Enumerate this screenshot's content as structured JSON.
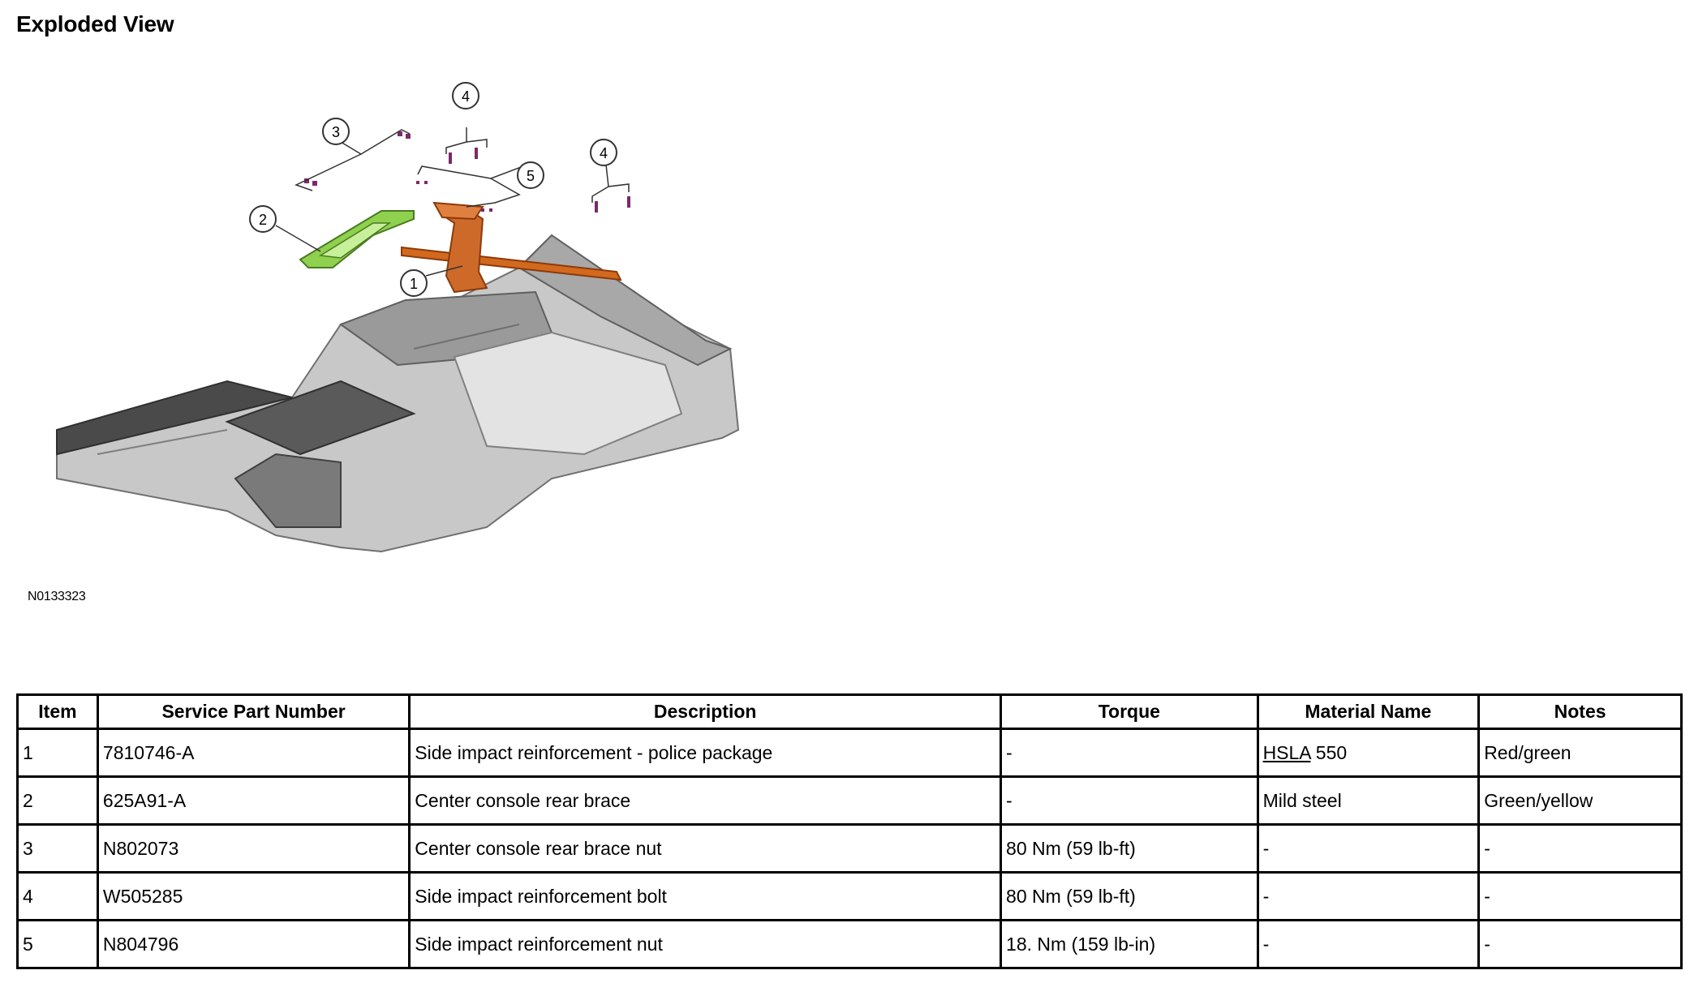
{
  "page": {
    "title": "Exploded View",
    "figure_id": "N0133323",
    "callouts": [
      "1",
      "2",
      "3",
      "4",
      "4",
      "5"
    ]
  },
  "table": {
    "headers": [
      "Item",
      "Service Part Number",
      "Description",
      "Torque",
      "Material Name",
      "Notes"
    ],
    "rows": [
      {
        "item": "1",
        "part": "7810746-A",
        "desc": "Side impact reinforcement - police package",
        "torque": "-",
        "material_link": "HSLA",
        "material_rest": " 550",
        "notes": "Red/green"
      },
      {
        "item": "2",
        "part": "625A91-A",
        "desc": "Center console rear brace",
        "torque": "-",
        "material": "Mild steel",
        "notes": "Green/yellow"
      },
      {
        "item": "3",
        "part": "N802073",
        "desc": "Center console rear brace nut",
        "torque": "80 Nm (59 lb-ft)",
        "material": "-",
        "notes": "-"
      },
      {
        "item": "4",
        "part": "W505285",
        "desc": "Side impact reinforcement bolt",
        "torque": "80 Nm (59 lb-ft)",
        "material": "-",
        "notes": "-"
      },
      {
        "item": "5",
        "part": "N804796",
        "desc": "Side impact reinforcement nut",
        "torque": "18. Nm (159 lb-in)",
        "material": "-",
        "notes": "-"
      }
    ]
  },
  "colors": {
    "reinforcement": "#d2691e",
    "brace": "#8fd14f",
    "fasteners": "#7a2a6a",
    "body": "#c8c8c8"
  }
}
